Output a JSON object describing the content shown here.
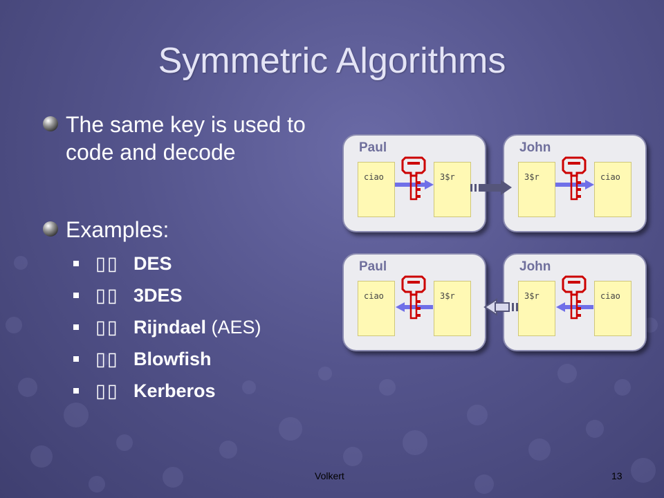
{
  "slide": {
    "title": "Symmetric Algorithms",
    "bullets": [
      {
        "text": "The same key is used to code and decode"
      },
      {
        "text": "Examples:"
      }
    ],
    "examples": [
      {
        "placeholder": "▯▯",
        "name": "DES",
        "suffix": ""
      },
      {
        "placeholder": "▯▯",
        "name": "3DES",
        "suffix": ""
      },
      {
        "placeholder": "▯▯",
        "name": "Rijndael",
        "suffix": " (AES)"
      },
      {
        "placeholder": "▯▯",
        "name": "Blowfish",
        "suffix": ""
      },
      {
        "placeholder": "▯▯",
        "name": "Kerberos",
        "suffix": ""
      }
    ],
    "footer": {
      "author": "Volkert",
      "page": "13"
    }
  },
  "diagram": {
    "panels": [
      {
        "name": "Paul",
        "docs": [
          "ciao",
          "3$r"
        ]
      },
      {
        "name": "John",
        "docs": [
          "3$r",
          "ciao"
        ]
      },
      {
        "name": "Paul",
        "docs": [
          "ciao",
          "3$r"
        ]
      },
      {
        "name": "John",
        "docs": [
          "3$r",
          "ciao"
        ]
      }
    ],
    "colors": {
      "key": "#cc0000",
      "arrow": "#6f6fe8",
      "transfer": "#55557a"
    },
    "icon": "key-icon"
  }
}
